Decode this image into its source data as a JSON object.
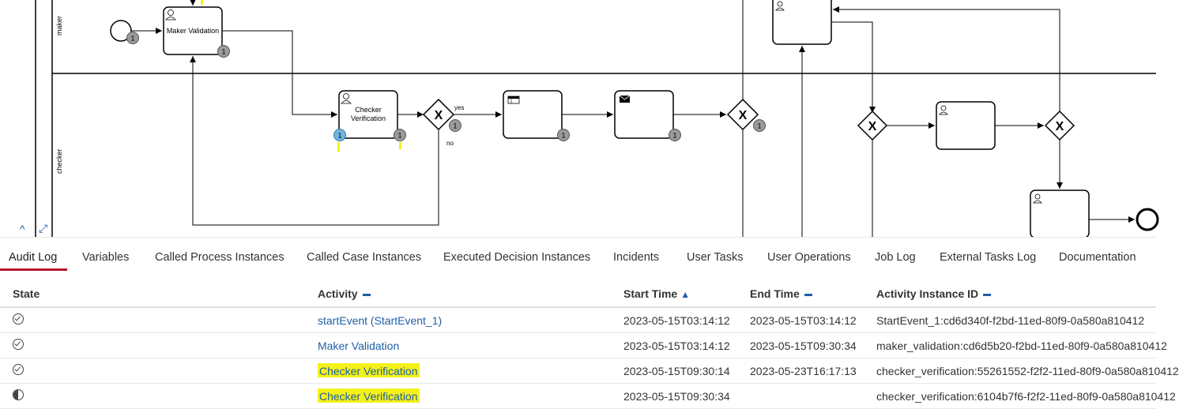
{
  "diagram": {
    "lanes": [
      "maker",
      "checker"
    ],
    "tasks": {
      "maker_validation": "Maker Validation",
      "checker_verification": "Checker Verification"
    },
    "gateway_labels": {
      "yes": "yes",
      "no": "no"
    },
    "badges": {
      "count": "1"
    },
    "controls": {
      "collapse": "^",
      "fullscreen": "⤢"
    }
  },
  "tabs": [
    "Audit Log",
    "Variables",
    "Called Process Instances",
    "Called Case Instances",
    "Executed Decision Instances",
    "Incidents",
    "User Tasks",
    "User Operations",
    "Job Log",
    "External Tasks Log",
    "Documentation"
  ],
  "table": {
    "columns": {
      "state": "State",
      "activity": "Activity",
      "start_time": "Start Time",
      "end_time": "End Time",
      "activity_instance_id": "Activity Instance ID"
    },
    "rows": [
      {
        "state": "completed",
        "activity": "startEvent (StartEvent_1)",
        "start": "2023-05-15T03:14:12",
        "end": "2023-05-15T03:14:12",
        "id": "StartEvent_1:cd6d340f-f2bd-11ed-80f9-0a580a810412",
        "highlight": false
      },
      {
        "state": "completed",
        "activity": "Maker Validation",
        "start": "2023-05-15T03:14:12",
        "end": "2023-05-15T09:30:34",
        "id": "maker_validation:cd6d5b20-f2bd-11ed-80f9-0a580a810412",
        "highlight": false
      },
      {
        "state": "completed",
        "activity": "Checker Verification",
        "start": "2023-05-15T09:30:14",
        "end": "2023-05-23T16:17:13",
        "id": "checker_verification:55261552-f2f2-11ed-80f9-0a580a810412",
        "highlight": true
      },
      {
        "state": "running",
        "activity": "Checker Verification",
        "start": "2023-05-15T09:30:34",
        "end": "",
        "id": "checker_verification:6104b7f6-f2f2-11ed-80f9-0a580a810412",
        "highlight": true
      }
    ]
  },
  "colors": {
    "accent": "#b5152b",
    "link": "#1f5fa5",
    "highlight": "#f4f118",
    "badge_active": "#6fb6e0",
    "badge": "#9a9a9a"
  }
}
